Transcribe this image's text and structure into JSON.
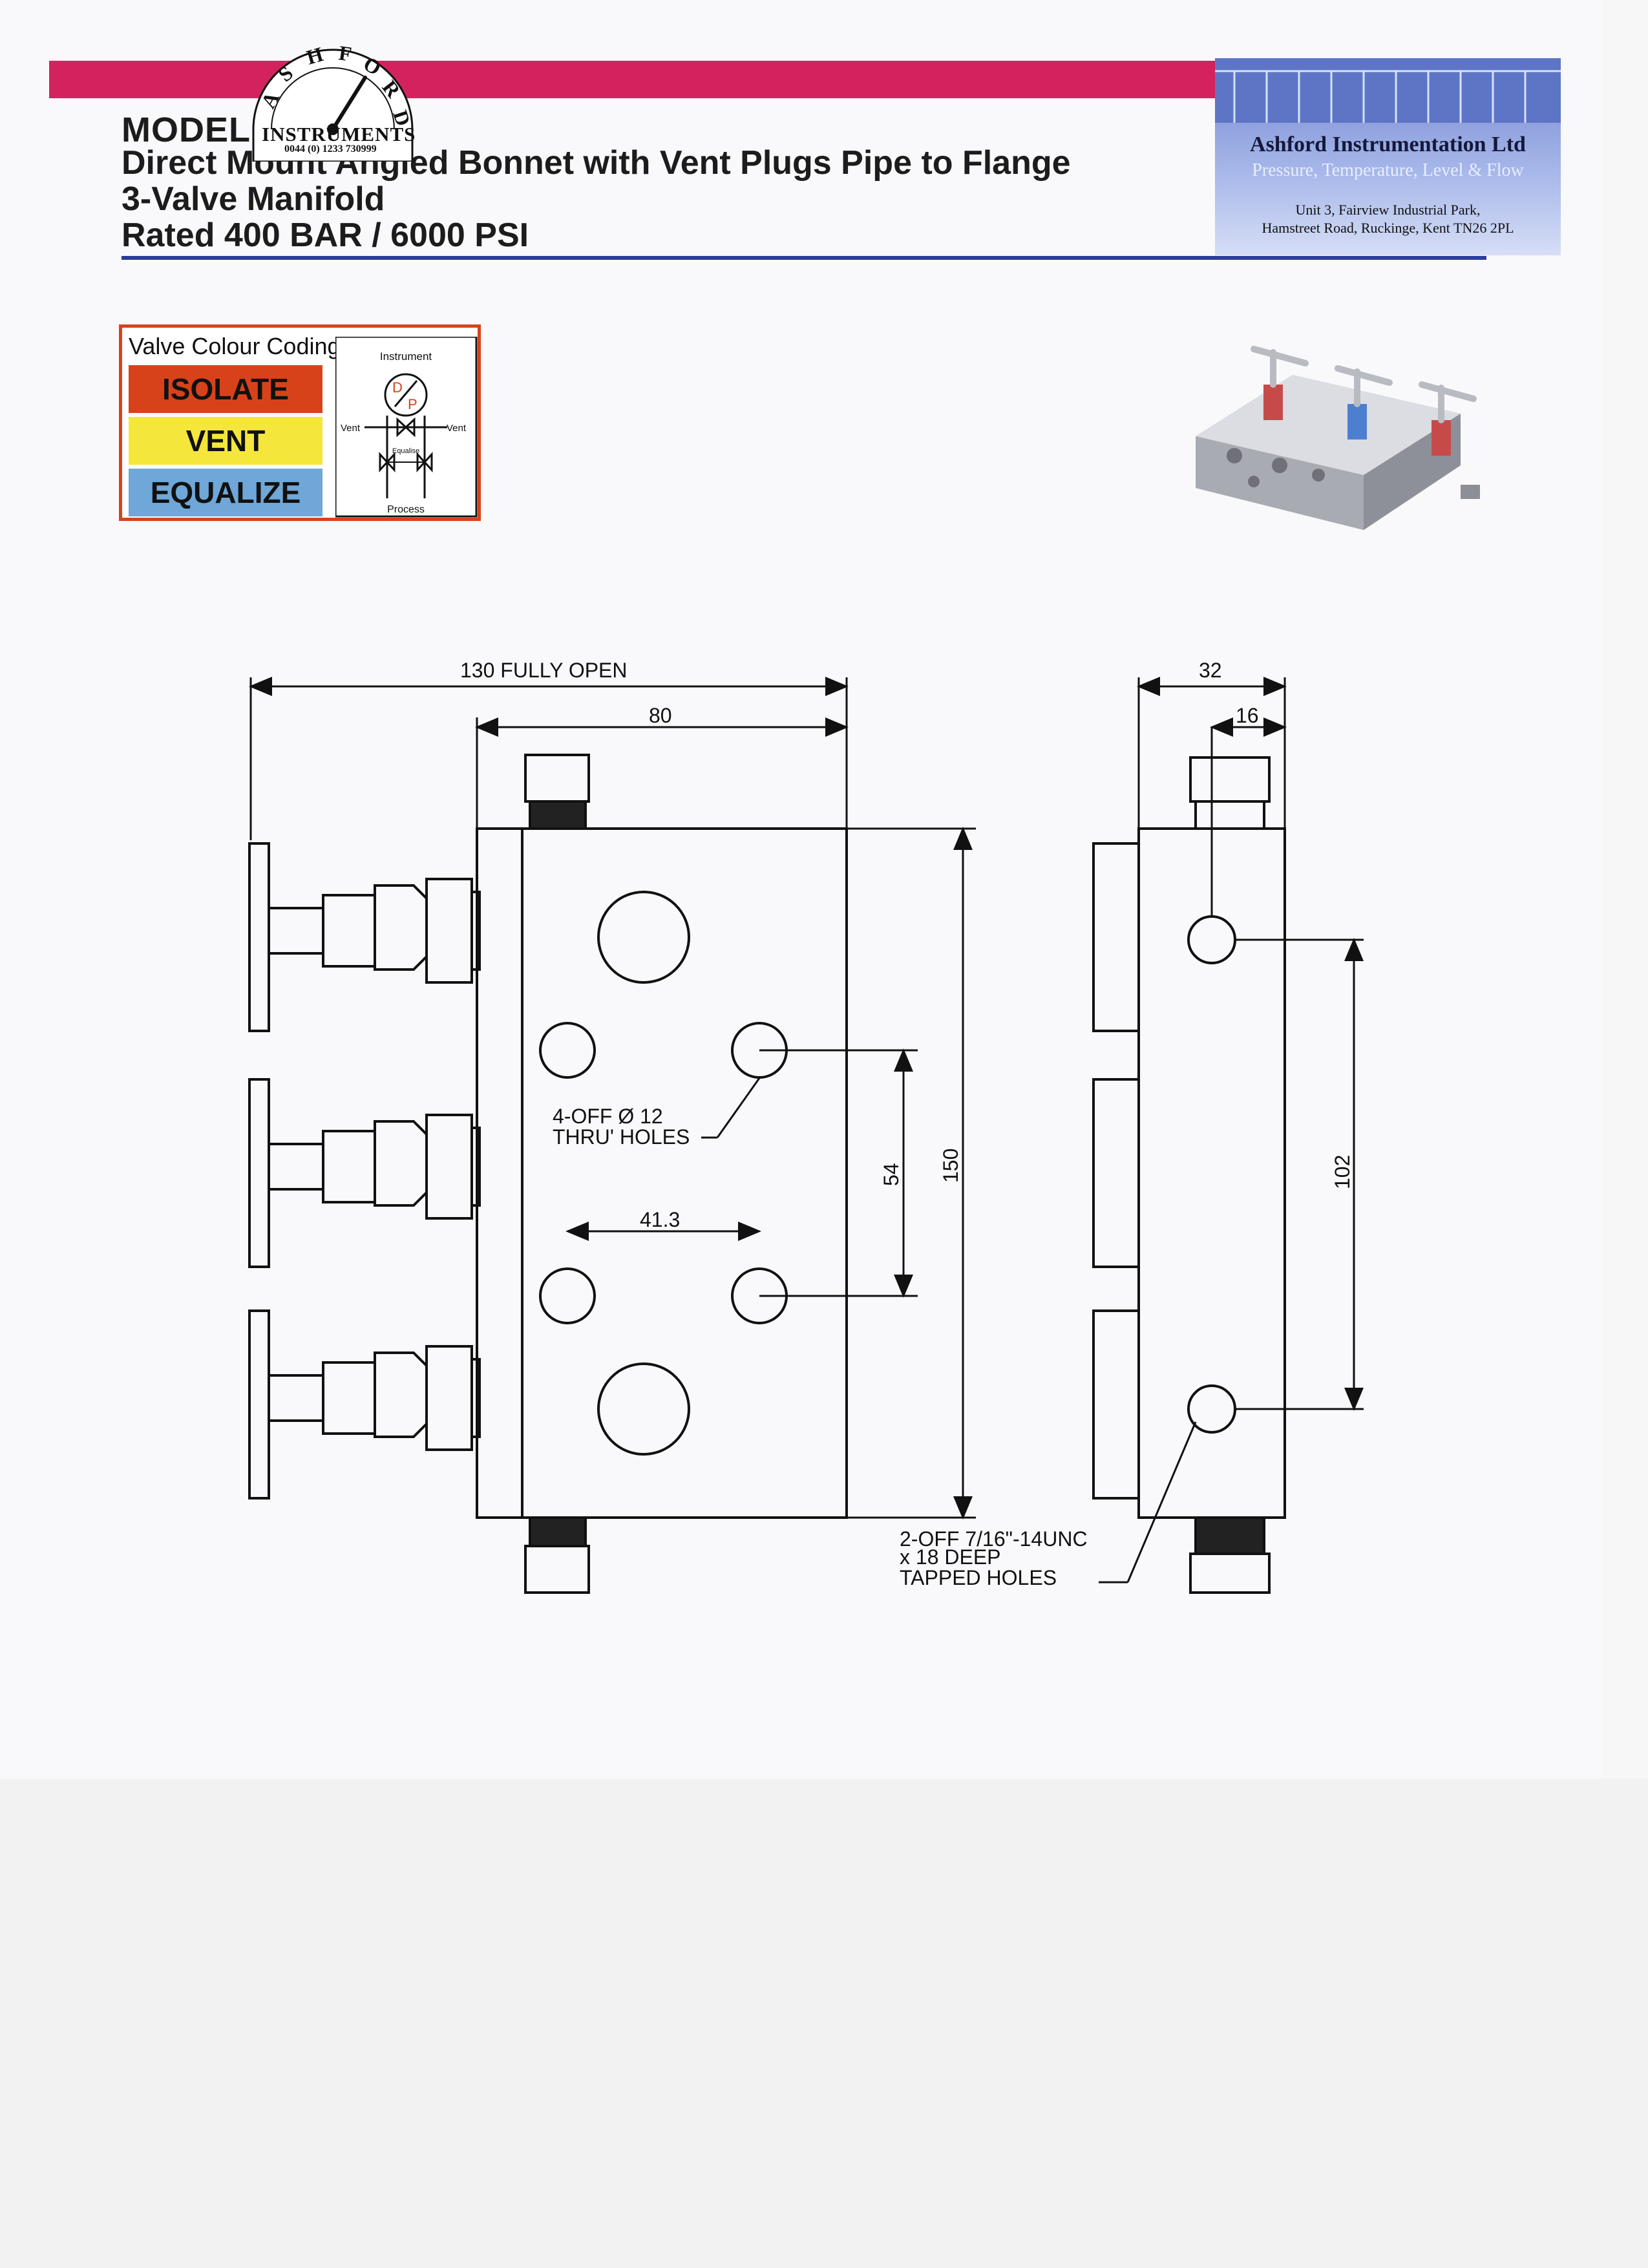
{
  "header": {
    "model_label": "MODEL",
    "title_lines": [
      "Direct Mount Angled Bonnet with Vent Plugs Pipe to Flange",
      "3-Valve Manifold",
      "Rated 400 BAR / 6000 PSI"
    ]
  },
  "logo": {
    "ring_text": "ASHFORD",
    "name": "INSTRUMENTS",
    "phone": "0044 (0) 1233 730999"
  },
  "company": {
    "name": "Ashford Instrumentation Ltd",
    "tagline": "Pressure, Temperature, Level & Flow",
    "address_line1": "Unit 3, Fairview Industrial Park,",
    "address_line2": "Hamstreet Road, Ruckinge, Kent TN26 2PL"
  },
  "colour_coding": {
    "title": "Valve Colour Coding",
    "items": [
      {
        "label": "ISOLATE",
        "color": "#d8421a"
      },
      {
        "label": "VENT",
        "color": "#f4e63a"
      },
      {
        "label": "EQUALIZE",
        "color": "#6ea7d8"
      }
    ],
    "schematic": {
      "instrument": "Instrument",
      "dp_d": "D",
      "dp_p": "P",
      "vent_left": "Vent",
      "vent_right": "Vent",
      "equalise": "Equalise",
      "process": "Process"
    }
  },
  "dimensions": {
    "fully_open": "130 FULLY OPEN",
    "width_80": "80",
    "height_150": "150",
    "pitch_54": "54",
    "pitch_41_3": "41.3",
    "thru_holes_line1": "4-OFF Ø 12",
    "thru_holes_line2": "THRU' HOLES",
    "side_32": "32",
    "side_16": "16",
    "side_102": "102",
    "tapped_line1": "2-OFF 7/16\"-14UNC",
    "tapped_line2": "x 18 DEEP",
    "tapped_line3": "TAPPED HOLES"
  }
}
